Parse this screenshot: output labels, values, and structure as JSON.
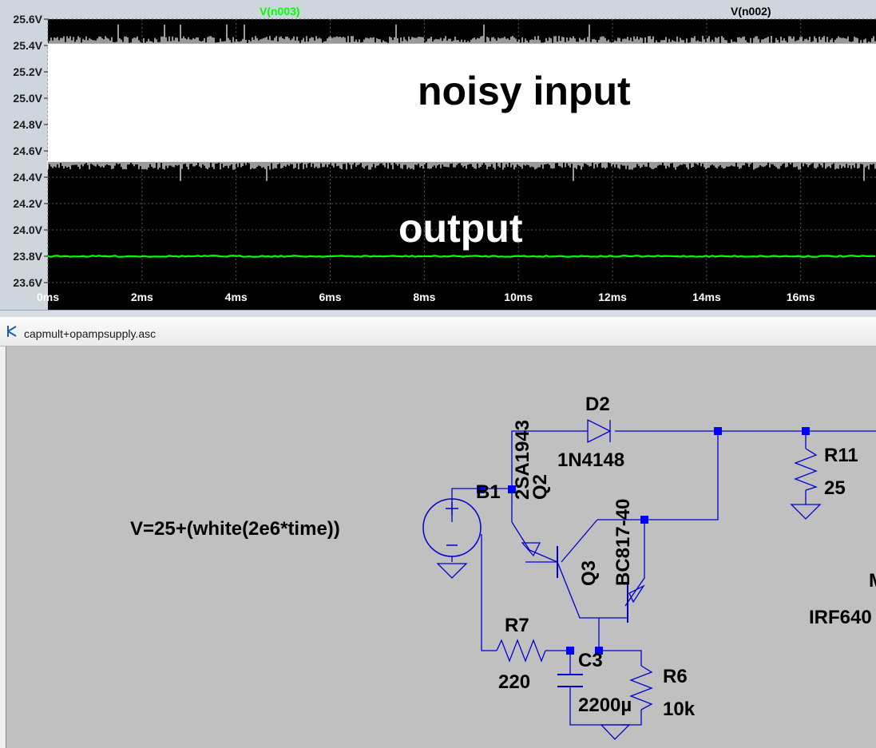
{
  "plot": {
    "traces": [
      {
        "name": "V(n003)",
        "color": "#00ff00"
      },
      {
        "name": "V(n002)",
        "color": "#ffffff"
      }
    ],
    "annotations": {
      "input": "noisy input",
      "output": "output"
    },
    "y_ticks": [
      "25.6V",
      "25.4V",
      "25.2V",
      "25.0V",
      "24.8V",
      "24.6V",
      "24.4V",
      "24.2V",
      "24.0V",
      "23.8V",
      "23.6V"
    ],
    "x_ticks": [
      "0ms",
      "2ms",
      "4ms",
      "6ms",
      "8ms",
      "10ms",
      "12ms",
      "14ms",
      "16ms"
    ]
  },
  "chart_data": {
    "type": "line",
    "x_unit": "ms",
    "y_unit": "V",
    "xlim": [
      0,
      17.6
    ],
    "ylim": [
      23.6,
      25.6
    ],
    "grid": true,
    "series": [
      {
        "name": "V(n002)",
        "color": "#ffffff",
        "band_min": 24.48,
        "band_max": 25.45,
        "center": 25.0
      },
      {
        "name": "V(n003)",
        "color": "#00ff00",
        "y": 23.8
      }
    ]
  },
  "schematic": {
    "filename": "capmult+opampsupply.asc",
    "source_expr": "V=25+(white(2e6*time))",
    "labels": {
      "b1": "B1",
      "d2": "D2",
      "d2_model": "1N4148",
      "q2": "Q2",
      "q2_model": "2SA1943",
      "q3": "Q3",
      "q3_model": "BC817-40",
      "r7": "R7",
      "r7_value": "220",
      "c3": "C3",
      "c3_value": "2200µ",
      "r6": "R6",
      "r6_value": "10k",
      "r11": "R11",
      "r11_value": "25",
      "m_ref": "M",
      "m_model": "IRF640"
    }
  }
}
